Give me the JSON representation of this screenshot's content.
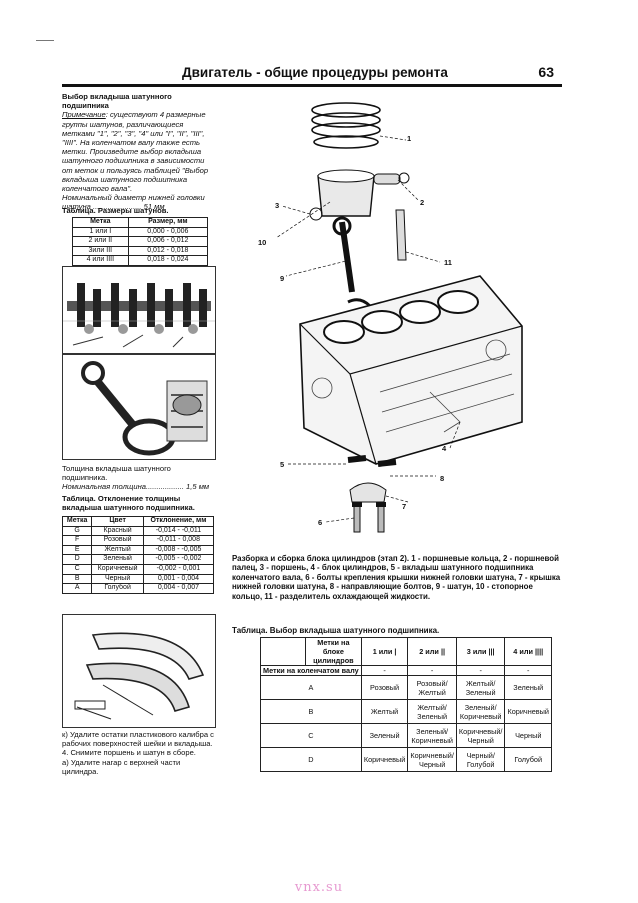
{
  "header": {
    "title": "Двигатель - общие процедуры ремонта",
    "page": "63"
  },
  "left_intro": {
    "heading": "Выбор вкладыша шатунного подшипника",
    "note_label": "Примечание",
    "note_text": ": существуют 4 размерные группы шатунов, различающиеся метками \"1\", \"2\", \"3\", \"4\" или \"I\", \"II\", \"III\", \"IIII\". На коленчатом валу также есть метки. Произведите выбор вкладыша шатунного подшипника в зависимости от меток и пользуясь таблицей \"Выбор вкладыша шатунного подшипника коленчатого вала\".",
    "nominal": "Номинальный диаметр нижней головки шатуна ....................... 51 мм"
  },
  "sizes_table": {
    "title": "Таблица. Размеры шатунов.",
    "headers": [
      "Метка",
      "Размер, мм"
    ],
    "rows": [
      [
        "1 или I",
        "0,000 - 0,006"
      ],
      [
        "2 или II",
        "0,006 - 0,012"
      ],
      [
        "3или III",
        "0,012 - 0,018"
      ],
      [
        "4 или IIII",
        "0,018 - 0,024"
      ]
    ]
  },
  "thickness": {
    "text": "Толщина вкладыша шатунного подшипника.",
    "nominal": "Номинальная толщина.................. 1,5 мм"
  },
  "deviation_table": {
    "title": "Таблица. Отклонение толщины вкладыша шатунного подшипника.",
    "headers": [
      "Метка",
      "Цвет",
      "Отклонение, мм"
    ],
    "rows": [
      [
        "G",
        "Красный",
        "-0,014 - -0,011"
      ],
      [
        "F",
        "Розовый",
        "-0,011 - 0,008"
      ],
      [
        "E",
        "Желтый",
        "-0,008 - -0,005"
      ],
      [
        "D",
        "Зеленый",
        "-0,005 - -0,002"
      ],
      [
        "C",
        "Коричневый",
        "-0,002 - 0,001"
      ],
      [
        "B",
        "Черный",
        "0,001 - 0,004"
      ],
      [
        "A",
        "Голубой",
        "0,004 - 0,007"
      ]
    ]
  },
  "instructions": {
    "k": "к) Удалите остатки пластикового калибра с рабочих поверхностей шейки и вкладыша.",
    "s4": "4. Снимите поршень и шатун в сборе.",
    "a": "а) Удалите нагар с верхней части цилиндра."
  },
  "callouts": [
    "1",
    "2",
    "3",
    "4",
    "5",
    "6",
    "7",
    "8",
    "9",
    "10",
    "11"
  ],
  "caption": "Разборка и сборка блока цилиндров (этап 2). 1 - поршневые кольца, 2 - поршневой палец, 3 - поршень, 4 - блок цилиндров, 5 - вкладыш шатунного подшипника коленчатого вала, 6 - болты крепления крышки нижней головки шатуна, 7 - крышка нижней головки шатуна, 8 - направляющие болтов, 9 - шатун, 10 - стопорное кольцо, 11 - разделитель охлаждающей жидкости.",
  "selection_table": {
    "title": "Таблица. Выбор вкладыша шатунного подшипника.",
    "corner_top": "Метки на блоке цилиндров",
    "corner_left": "Метки на коленчатом валу",
    "columns": [
      "1 или |",
      "2 или ||",
      "3 или |||",
      "4 или ||||"
    ],
    "dash": "-",
    "rows": [
      {
        "mark": "A",
        "cells": [
          "Розовый",
          "Розовый/ Желтый",
          "Желтый/ Зеленый",
          "Зеленый"
        ]
      },
      {
        "mark": "B",
        "cells": [
          "Желтый",
          "Желтый/ Зеленый",
          "Зеленый/ Коричневый",
          "Коричневый"
        ]
      },
      {
        "mark": "C",
        "cells": [
          "Зеленый",
          "Зеленый/ Коричневый",
          "Коричневый/ Черный",
          "Черный"
        ]
      },
      {
        "mark": "D",
        "cells": [
          "Коричневый",
          "Коричневый/ Черный",
          "Черный/ Голубой",
          "Голубой"
        ]
      }
    ]
  },
  "watermark": "vnx.su"
}
